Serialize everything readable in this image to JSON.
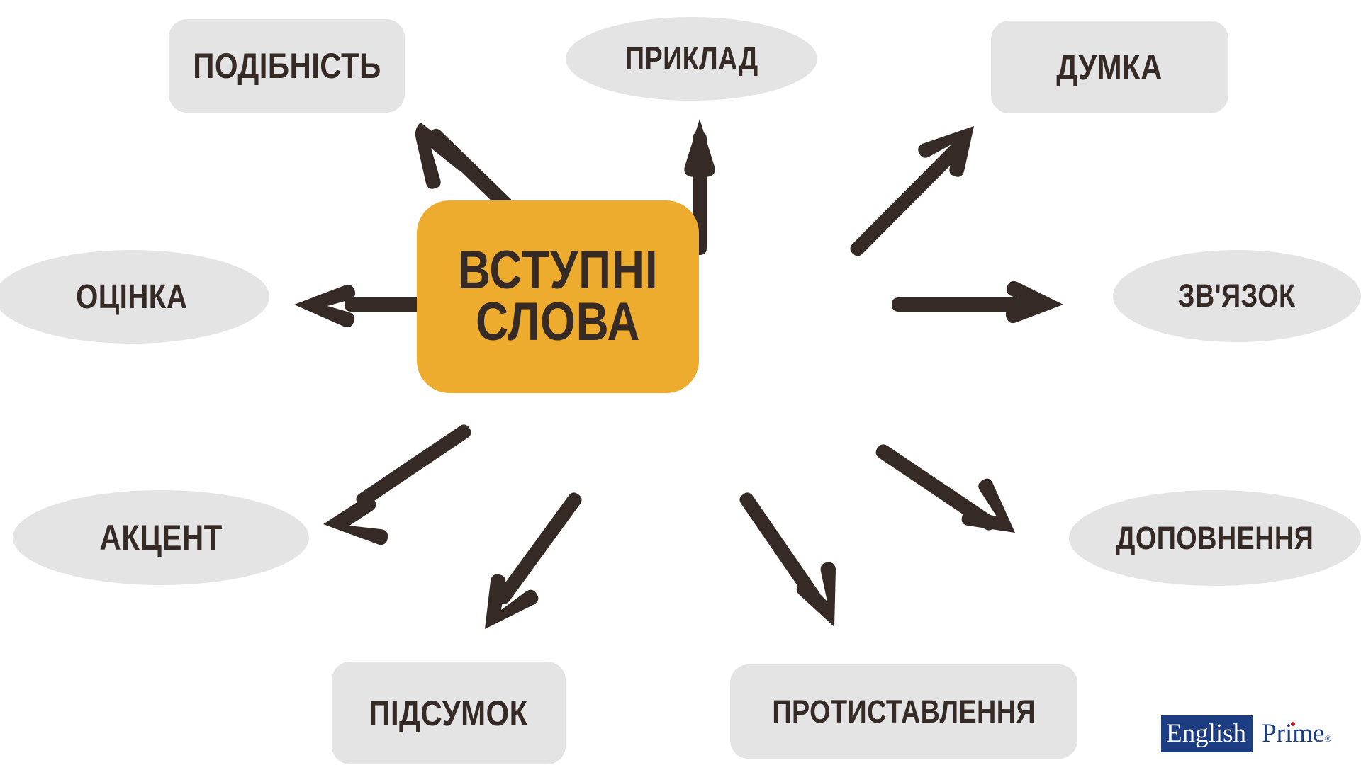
{
  "diagram": {
    "title": "Вступні слова — mind map",
    "center": {
      "line1": "ВСТУПНІ",
      "line2": "СЛОВА",
      "shape": "rounded-rect",
      "fill": "#eeac2e",
      "text_color": "#352a26"
    },
    "node_fill": "#e4e4e4",
    "node_text_color": "#352a26",
    "arrow_color": "#352a26",
    "background": "#ffffff",
    "nodes": [
      {
        "id": "podibnist",
        "label": "ПОДІБНІСТЬ",
        "shape": "rounded-rect",
        "position": "top-left"
      },
      {
        "id": "pryklad",
        "label": "ПРИКЛАД",
        "shape": "ellipse",
        "position": "top"
      },
      {
        "id": "dumka",
        "label": "ДУМКА",
        "shape": "rounded-rect",
        "position": "top-right"
      },
      {
        "id": "zviazok",
        "label": "ЗВ'ЯЗОК",
        "shape": "ellipse",
        "position": "right"
      },
      {
        "id": "dopovnennia",
        "label": "ДОПОВНЕННЯ",
        "shape": "ellipse",
        "position": "bottom-right"
      },
      {
        "id": "protystavlennia",
        "label": "ПРОТИСТАВЛЕННЯ",
        "shape": "rounded-rect",
        "position": "bottom"
      },
      {
        "id": "pidsumok",
        "label": "ПІДСУМОК",
        "shape": "rounded-rect",
        "position": "bottom-left"
      },
      {
        "id": "aktsent",
        "label": "АКЦЕНТ",
        "shape": "ellipse",
        "position": "left-bottom"
      },
      {
        "id": "otsinka",
        "label": "ОЦІНКА",
        "shape": "ellipse",
        "position": "left"
      }
    ]
  },
  "logo": {
    "word_one": "English",
    "word_two": "Prime",
    "registered_mark": "®",
    "block_color": "#1c3d82",
    "accent_color": "#cc2026"
  }
}
